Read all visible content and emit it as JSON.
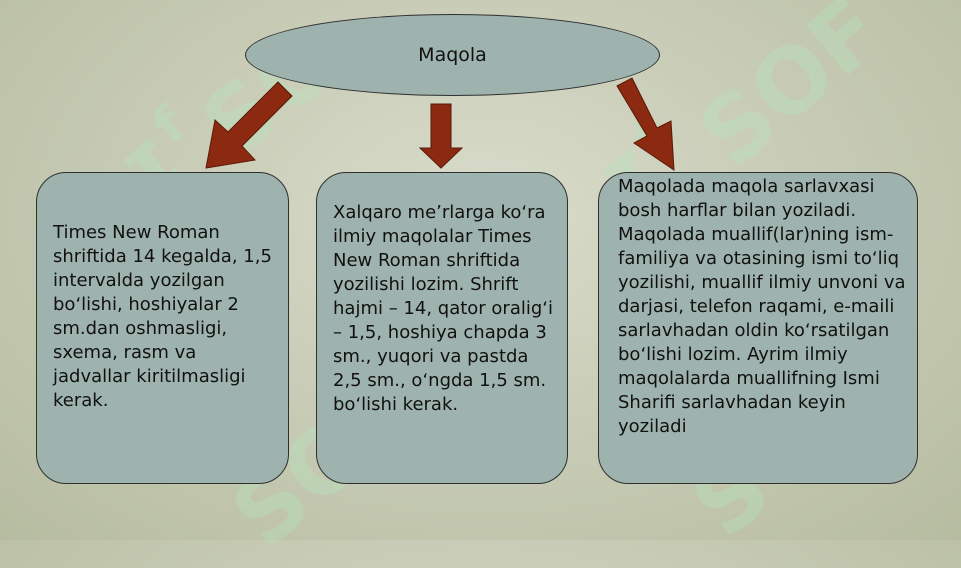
{
  "diagram": {
    "root": {
      "label": "Maqola"
    },
    "boxes": [
      {
        "text": "Times New Roman shriftida 14 kegalda, 1,5 intervalda yozilgan boʻlishi, hoshiyalar 2 sm.dan oshmasligi, sxema, rasm va jadvallar kiritilmasligi kerak."
      },
      {
        "text": "Xalqaro me’rlarga koʻra ilmiy maqolalar Times New Roman shriftida yozilishi lozim. Shrift hajmi – 14, qator oraligʻi – 1,5, hoshiya chapda 3 sm., yuqori va pastda 2,5 sm., oʻngda 1,5 sm. boʻlishi kerak."
      },
      {
        "text": "Maqolada maqola sarlavxasi bosh harflar bilan yoziladi. Maqolada muallif(lar)ning ism-familiya va otasining ismi toʻliq yozilishi, muallif ilmiy unvoni va darjasi, telefon raqami, e-maili sarlavhadan oldin koʻrsatilgan boʻlishi lozim. Ayrim ilmiy maqolalarda muallifning Ismi Sharifi sarlavhadan keyin yoziladi"
      }
    ],
    "colors": {
      "shape_fill": "#9fb3ae",
      "arrow_fill": "#8b2a10",
      "background": "#c9cdb7"
    }
  }
}
